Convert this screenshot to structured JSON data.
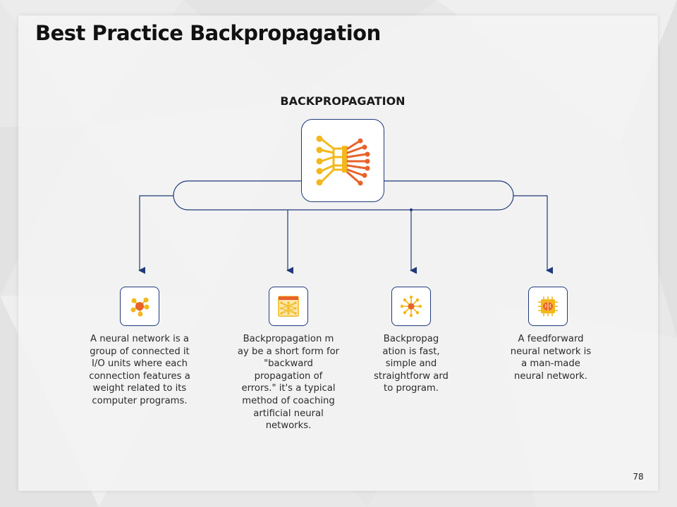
{
  "slide": {
    "title": "Best Practice Backpropagation",
    "heading": "BACKPROPAGATION",
    "page_number": "78"
  },
  "main_icon": "neural-network-icon",
  "items": [
    {
      "icon": "molecule-icon",
      "text": "A neural network is a group of connected it I/O units where each connection features a weight related to its computer programs."
    },
    {
      "icon": "network-screen-icon",
      "text": "Backpropagation m ay be a short form for \"backward propagation of errors.\" it's a typical method of coaching artificial neural networks."
    },
    {
      "icon": "node-burst-icon",
      "text": "Backpropag ation is fast, simple and straightforw ard to program."
    },
    {
      "icon": "brain-chip-icon",
      "text": "A feedforward neural network is a man-made neural network."
    }
  ],
  "colors": {
    "accent_navy": "#1f3a7a",
    "icon_yellow": "#f2b81c",
    "icon_orange": "#e8622a"
  }
}
